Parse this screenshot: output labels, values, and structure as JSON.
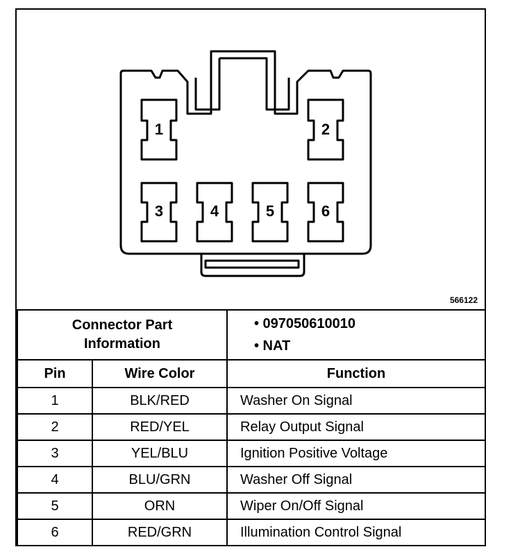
{
  "figure_id": "566122",
  "connector": {
    "pins": [
      "1",
      "2",
      "3",
      "4",
      "5",
      "6"
    ]
  },
  "part_info": {
    "label_line1": "Connector Part",
    "label_line2": "Information",
    "items": [
      "• 097050610010",
      "• NAT"
    ]
  },
  "table": {
    "headers": {
      "pin": "Pin",
      "wire_color": "Wire Color",
      "function": "Function"
    },
    "rows": [
      {
        "pin": "1",
        "wire_color": "BLK/RED",
        "function": "Washer On Signal"
      },
      {
        "pin": "2",
        "wire_color": "RED/YEL",
        "function": "Relay Output Signal"
      },
      {
        "pin": "3",
        "wire_color": "YEL/BLU",
        "function": "Ignition Positive Voltage"
      },
      {
        "pin": "4",
        "wire_color": "BLU/GRN",
        "function": "Washer Off Signal"
      },
      {
        "pin": "5",
        "wire_color": "ORN",
        "function": "Wiper On/Off Signal"
      },
      {
        "pin": "6",
        "wire_color": "RED/GRN",
        "function": "Illumination Control Signal"
      }
    ]
  }
}
